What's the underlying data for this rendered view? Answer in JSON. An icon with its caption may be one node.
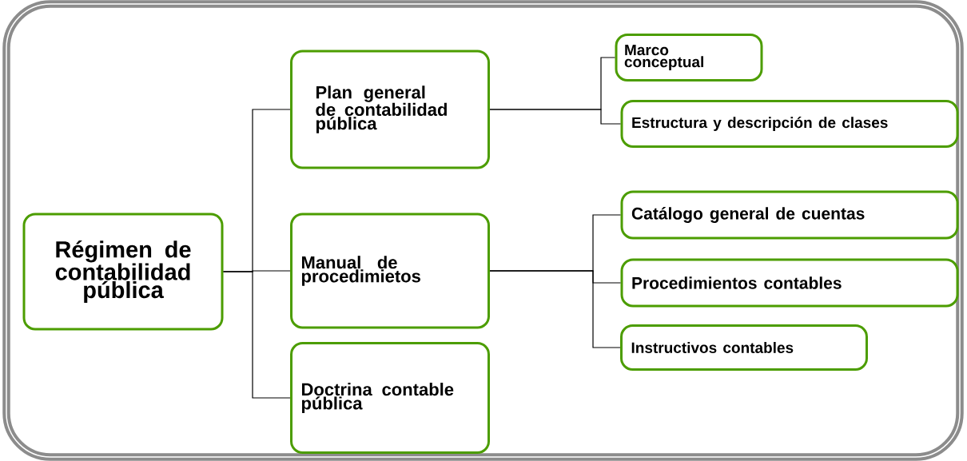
{
  "diagram": {
    "nodes": [
      {
        "text": [
          "Régimen de contabilidad pública"
        ]
      },
      {
        "text": [
          "Plan general de contabilidad pública"
        ]
      },
      {
        "text": [
          "Manual de procedimietos"
        ]
      },
      {
        "text": [
          "Doctrina contable pública"
        ]
      },
      {
        "text": [
          "Marco conceptual"
        ]
      },
      {
        "text": [
          "Estructura y descripción de clases"
        ]
      },
      {
        "text": [
          "Catálogo general de cuentas"
        ]
      },
      {
        "text": [
          "Procedimientos contables"
        ]
      },
      {
        "text": [
          "Instructivos contables"
        ]
      }
    ],
    "edges": [
      {
        "from": 0,
        "to": 1,
        "arrow": "none"
      },
      {
        "from": 0,
        "to": 2,
        "arrow": "none"
      },
      {
        "from": 0,
        "to": 3,
        "arrow": "none"
      },
      {
        "from": 1,
        "to": 4,
        "arrow": "none"
      },
      {
        "from": 1,
        "to": 5,
        "arrow": "none"
      },
      {
        "from": 2,
        "to": 6,
        "arrow": "none"
      },
      {
        "from": 2,
        "to": 7,
        "arrow": "none"
      },
      {
        "from": 2,
        "to": 8,
        "arrow": "none"
      }
    ]
  }
}
